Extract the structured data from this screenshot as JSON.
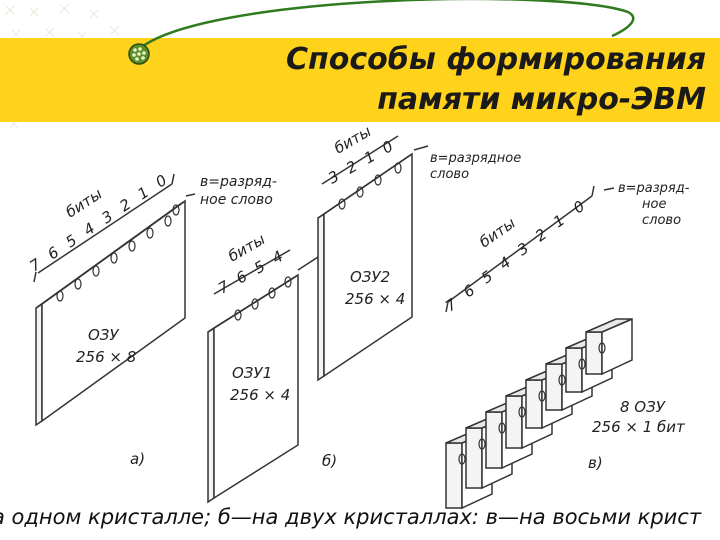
{
  "title": {
    "line1": "Способы формирования",
    "line2": "памяти микро-ЭВМ"
  },
  "caption": "а одном кристалле; б—на двух кристаллах: в—на восьми крист",
  "diagram": {
    "panel_a": {
      "bits_label": "биты",
      "bit_numbers": [
        "7",
        "6",
        "5",
        "4",
        "3",
        "2",
        "1",
        "0"
      ],
      "word_label_line1": "в=разряд-",
      "word_label_line2": "ное слово",
      "zeros": [
        "0",
        "0",
        "0",
        "0",
        "0",
        "0",
        "0",
        "0"
      ],
      "chip_line1": "ОЗУ",
      "chip_line2": "256 × 8",
      "letter": "а)"
    },
    "panel_b": {
      "bits_label_1": "биты",
      "bit_numbers_1": [
        "7",
        "6",
        "5",
        "4"
      ],
      "zeros_1": [
        "0",
        "0",
        "0",
        "0"
      ],
      "chip1_line1": "ОЗУ1",
      "chip1_line2": "256 × 4",
      "bits_label_2": "биты",
      "bit_numbers_2": [
        "3",
        "2",
        "1",
        "0"
      ],
      "zeros_2": [
        "0",
        "0",
        "0",
        "0"
      ],
      "word_label_line1": "в=разрядное",
      "word_label_line2": "слово",
      "chip2_line1": "ОЗУ2",
      "chip2_line2": "256 × 4",
      "letter": "б)"
    },
    "panel_c": {
      "bits_label": "биты",
      "bit_numbers": [
        "7",
        "6",
        "5",
        "4",
        "3",
        "2",
        "1",
        "0"
      ],
      "word_label_line1": "в=разряд-",
      "word_label_line2": "ное",
      "word_label_line3": "слово",
      "zero": "0",
      "chip_line1": "8 ОЗУ",
      "chip_line2": "256 × 1 бит",
      "letter": "в)"
    }
  },
  "colors": {
    "title_band": "#ffd21c",
    "bullet": "#5b8f2a",
    "arc": "#2f7a1f"
  }
}
